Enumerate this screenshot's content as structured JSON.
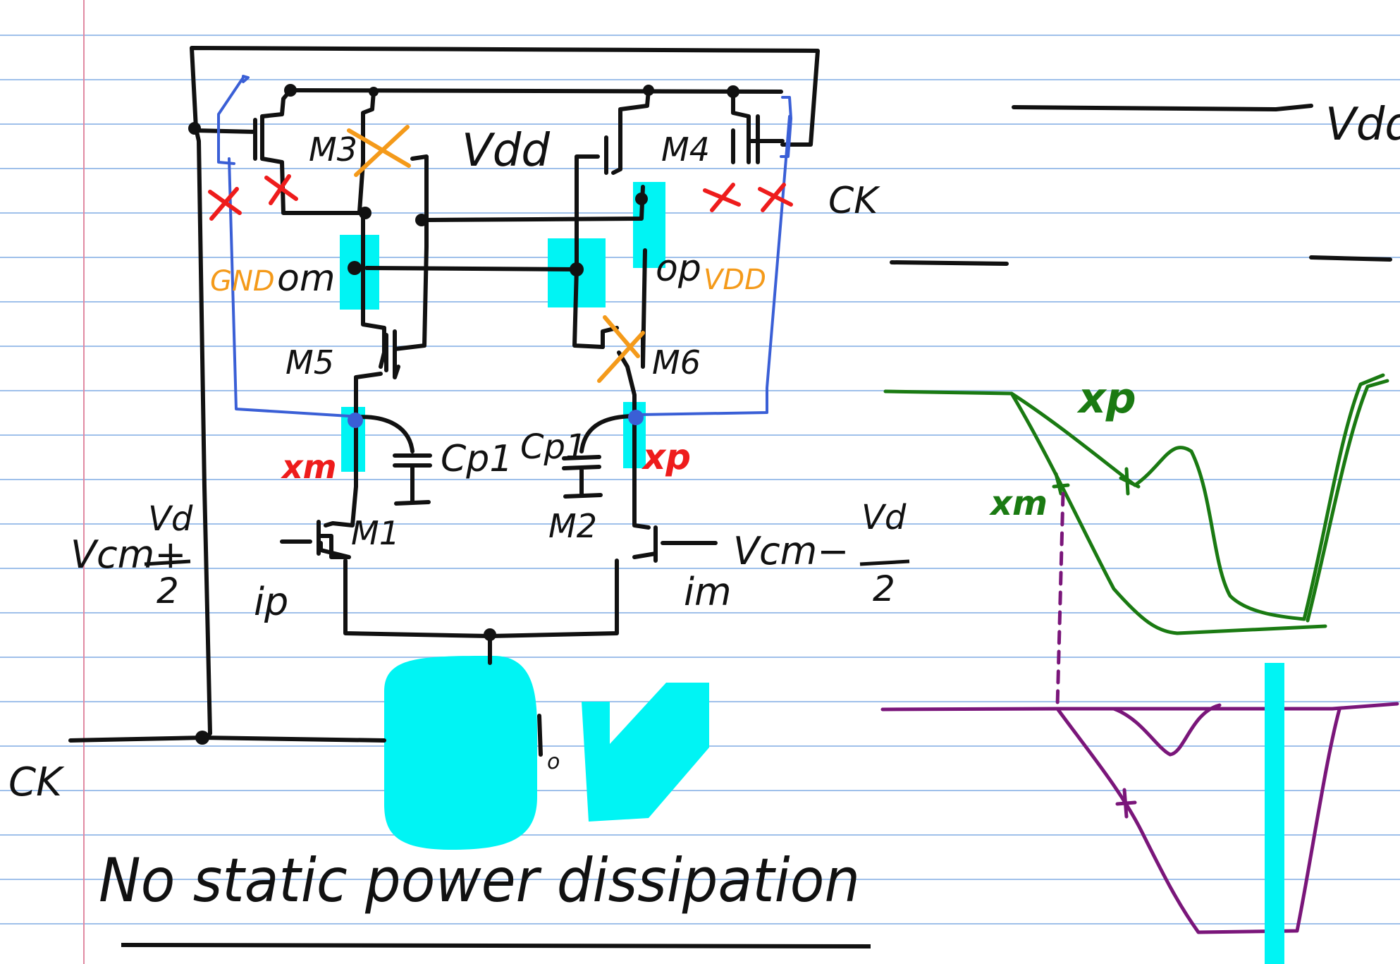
{
  "colors": {
    "paper": "#ffffff",
    "rule": "#9fc0ea",
    "margin": "#e08aa2",
    "ink": "#111111",
    "blue": "#3a5fd6",
    "cyan": "#00f4f4",
    "red": "#ee1c1c",
    "orange": "#f49a1a",
    "green": "#1a7a12",
    "purple": "#7a167a"
  },
  "labels": {
    "vdd": "Vdd",
    "m3": "M3",
    "m4": "M4",
    "ck_right": "CK",
    "om": "om",
    "op": "op",
    "gnd": "GND",
    "vdd_small": "VDD",
    "m5": "M5",
    "m6": "M6",
    "xm": "xm",
    "xp": "xp",
    "cp1_left": "Cp1",
    "cp1_right": "Cp1",
    "m1": "M1",
    "m2": "M2",
    "vin_p_main": "Vcm+",
    "vin_p_num": "Vd",
    "vin_p_den": "2",
    "vin_m_main": "Vcm−",
    "vin_m_num": "Vd",
    "vin_m_den": "2",
    "ip": "ip",
    "im": "im",
    "ck_left": "CK",
    "tail_sub": "o",
    "footer": "No static power dissipation",
    "wave_vdd": "Vdd",
    "wave_xp": "xp",
    "wave_xm": "xm"
  }
}
